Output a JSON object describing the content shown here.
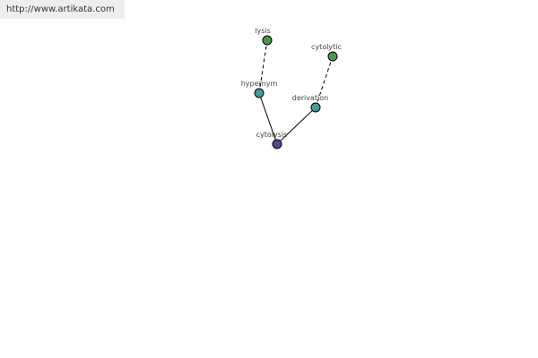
{
  "source_link": {
    "url": "http://www.artikata.com"
  },
  "diagram": {
    "nodes": [
      {
        "id": "cytolysis",
        "label": "cytolysis",
        "color": "#4a4a99"
      },
      {
        "id": "hypernym",
        "label": "hypernym",
        "color": "#4a9999"
      },
      {
        "id": "derivation",
        "label": "derivation",
        "color": "#4a9999"
      },
      {
        "id": "lysis",
        "label": "lysis",
        "color": "#4a994a"
      },
      {
        "id": "cytolytic",
        "label": "cytolytic",
        "color": "#4a994a"
      }
    ],
    "edges": [
      {
        "from": "cytolysis",
        "to": "hypernym",
        "style": "solid"
      },
      {
        "from": "cytolysis",
        "to": "derivation",
        "style": "solid"
      },
      {
        "from": "hypernym",
        "to": "lysis",
        "style": "dashed"
      },
      {
        "from": "derivation",
        "to": "cytolytic",
        "style": "dashed"
      }
    ]
  }
}
